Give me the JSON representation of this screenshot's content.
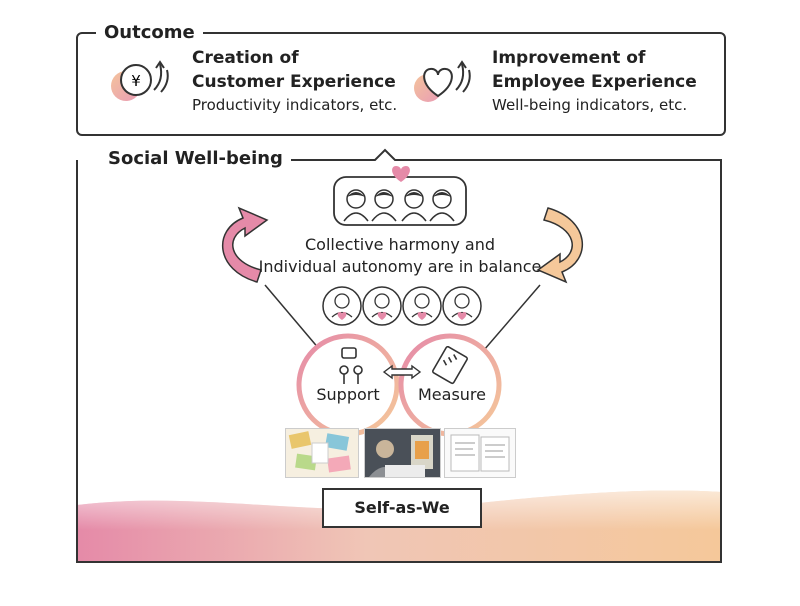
{
  "outcome": {
    "title": "Outcome",
    "customer": {
      "title_line1": "Creation of",
      "title_line2": "Customer Experience",
      "indicator": "Productivity indicators, etc.",
      "icon": "yen-coin-icon"
    },
    "employee": {
      "title_line1": "Improvement of",
      "title_line2": "Employee Experience",
      "indicator": "Well-being indicators, etc.",
      "icon": "heart-icon"
    }
  },
  "social": {
    "title": "Social Well-being",
    "balance_line1": "Collective harmony and",
    "balance_line2": "Individual autonomy are in balance",
    "support_label": "Support",
    "measure_label": "Measure",
    "foundation_label": "Self-as-We"
  },
  "colors": {
    "pink": "#e58aa8",
    "peach": "#f2b98a",
    "border": "#333333"
  }
}
